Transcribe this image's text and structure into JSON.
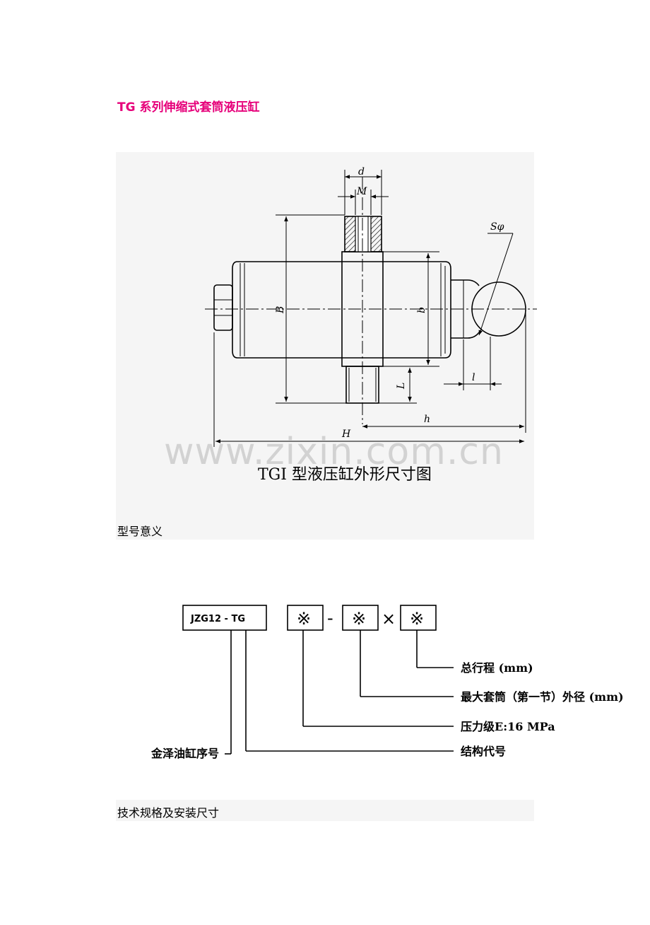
{
  "doc": {
    "title": "TG 系列伸缩式套筒液压缸",
    "section_model": "型号意义",
    "section_spec": "技术规格及安装尺寸"
  },
  "figure": {
    "caption": "TGI 型液压缸外形尺寸图",
    "watermark": "www.zixin.com.cn",
    "dims": {
      "d": "d",
      "M": "M",
      "S": "Sφ",
      "B": "B",
      "b": "b",
      "L": "L",
      "l": "l",
      "h": "h",
      "H": "H"
    }
  },
  "model_code": {
    "prefix": "JZG12 - TG",
    "mark": "※",
    "dash": "-",
    "times": "×",
    "descriptions": {
      "stroke": "总行程 (mm)",
      "diameter": "最大套筒（第一节）外径 (mm)",
      "pressure": "压力级E:16 MPa",
      "structure": "结构代号",
      "serial": "金泽油缸序号"
    }
  }
}
